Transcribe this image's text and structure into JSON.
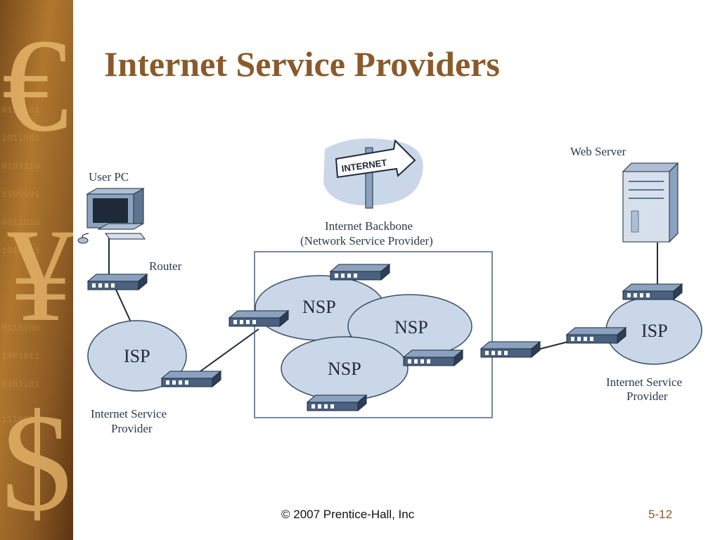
{
  "slide": {
    "title": "Internet Service Providers",
    "footer_copyright": "© 2007 Prentice-Hall, Inc",
    "slide_number": "5-12"
  },
  "decor": {
    "symbols": [
      "€",
      "¥",
      "$"
    ]
  },
  "diagram": {
    "signpost_text": "INTERNET",
    "labels": {
      "user_pc": "User PC",
      "router": "Router",
      "backbone_line1": "Internet Backbone",
      "backbone_line2": "(Network Service Provider)",
      "web_server": "Web Server",
      "isp_left_line1": "Internet Service",
      "isp_left_line2": "Provider",
      "isp_right_line1": "Internet Service",
      "isp_right_line2": "Provider"
    },
    "clouds": {
      "isp_left": "ISP",
      "isp_right": "ISP",
      "nsp_top": "NSP",
      "nsp_right": "NSP",
      "nsp_bottom": "NSP"
    }
  },
  "colors": {
    "title": "#8a5a2b",
    "cloud_fill": "#c9d7e8",
    "cloud_stroke": "#3a4f68",
    "device_fill": "#4a6280"
  }
}
